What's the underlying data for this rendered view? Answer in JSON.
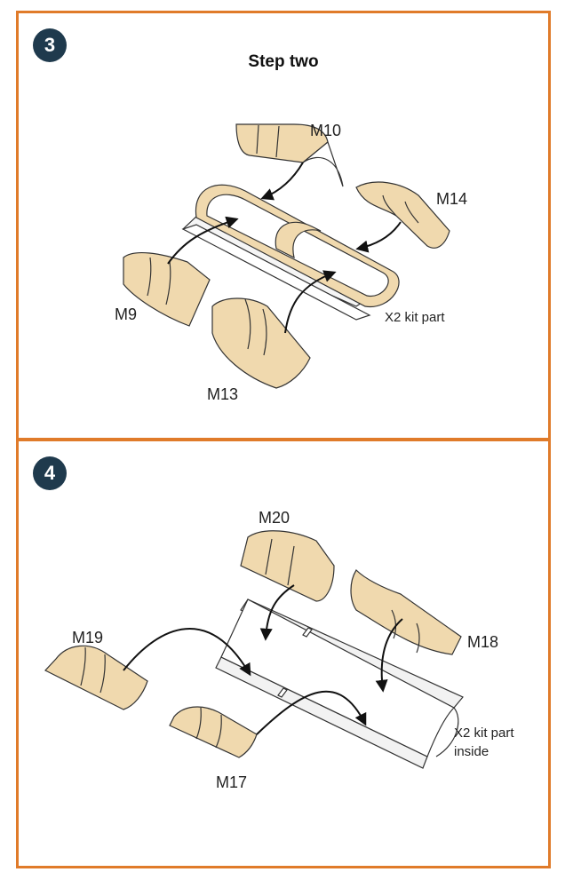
{
  "panels": [
    {
      "step_number": "3",
      "title": "Step two",
      "labels": {
        "m10": "M10",
        "m14": "M14",
        "m9": "M9",
        "m13": "M13",
        "kit": "X2 kit part"
      }
    },
    {
      "step_number": "4",
      "labels": {
        "m20": "M20",
        "m19": "M19",
        "m18": "M18",
        "m17": "M17",
        "kit_line1": "X2 kit part",
        "kit_line2": "inside"
      }
    }
  ],
  "colors": {
    "border": "#e07b2a",
    "badge": "#1f3a4d",
    "mask": "#f0d9ae",
    "outline": "#333333"
  }
}
